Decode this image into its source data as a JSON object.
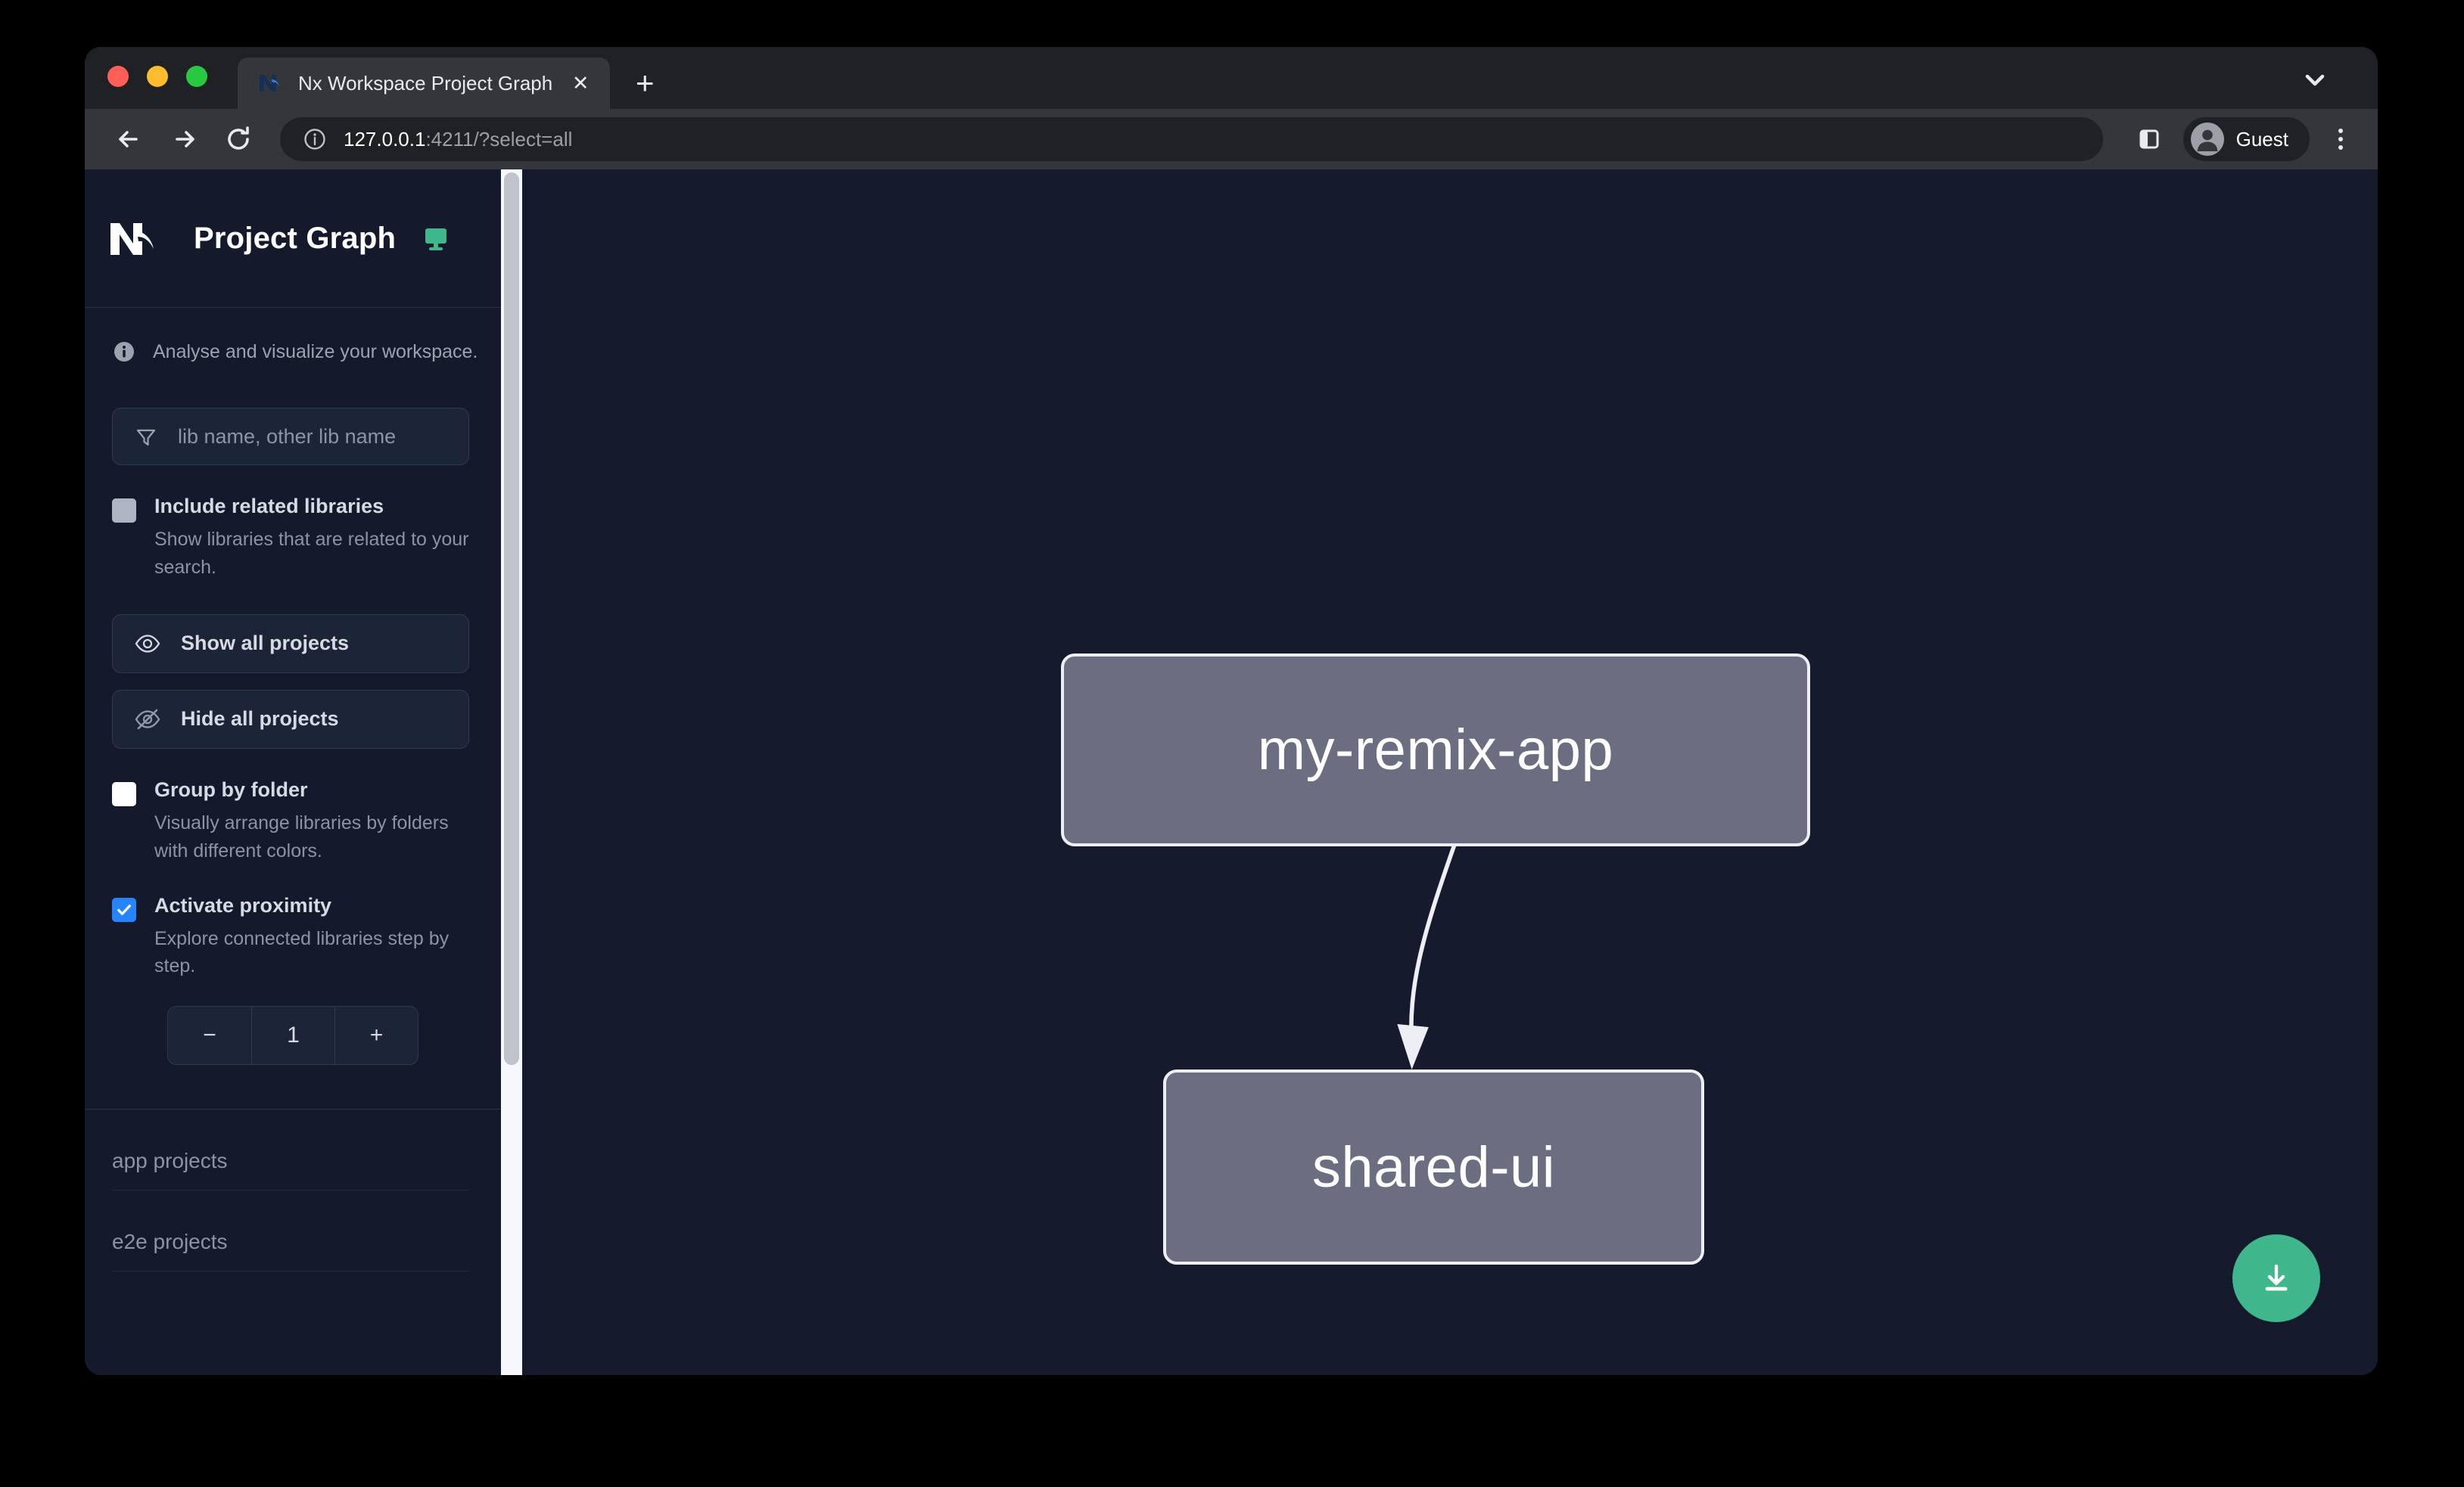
{
  "browser": {
    "tab": {
      "title": "Nx Workspace Project Graph",
      "favicon": "nx-logo-icon",
      "close_label": "✕"
    },
    "new_tab_label": "+",
    "toolbar": {
      "back_icon": "arrow-left-icon",
      "forward_icon": "arrow-right-icon",
      "reload_icon": "reload-icon",
      "site_info_icon": "info-circle-icon",
      "url_host": "127.0.0.1",
      "url_rest": ":4211/?select=all",
      "side_panel_icon": "side-panel-icon",
      "profile_name": "Guest",
      "profile_icon": "account-circle-icon",
      "menu_icon": "three-dot-menu-icon"
    },
    "tab_list_icon": "chevron-down-icon"
  },
  "sidebar": {
    "logo_icon": "nx-logo-icon",
    "title": "Project Graph",
    "monitor_icon": "monitor-icon",
    "info_icon": "info-circle-icon",
    "tagline": "Analyse and visualize your workspace.",
    "search": {
      "icon": "filter-icon",
      "placeholder": "lib name, other lib name",
      "value": ""
    },
    "options": [
      {
        "id": "include-related-libraries",
        "label": "Include related libraries",
        "description": "Show libraries that are related to your search.",
        "checked": false,
        "checkbox_style": "gray"
      },
      {
        "id": "group-by-folder",
        "label": "Group by folder",
        "description": "Visually arrange libraries by folders with different colors.",
        "checked": false,
        "checkbox_style": "white"
      },
      {
        "id": "activate-proximity",
        "label": "Activate proximity",
        "description": "Explore connected libraries step by step.",
        "checked": true,
        "checkbox_style": "blue"
      }
    ],
    "buttons": [
      {
        "id": "show-all-projects",
        "icon": "eye-icon",
        "label": "Show all projects"
      },
      {
        "id": "hide-all-projects",
        "icon": "eye-off-icon",
        "label": "Hide all projects"
      }
    ],
    "stepper": {
      "decrement_label": "−",
      "value": "1",
      "increment_label": "+"
    },
    "project_sections": [
      {
        "id": "app-projects",
        "label": "app projects"
      },
      {
        "id": "e2e-projects",
        "label": "e2e projects"
      }
    ]
  },
  "graph": {
    "nodes": [
      {
        "id": "my-remix-app",
        "label": "my-remix-app"
      },
      {
        "id": "shared-ui",
        "label": "shared-ui"
      }
    ],
    "edges": [
      {
        "from": "my-remix-app",
        "to": "shared-ui"
      }
    ],
    "download_button": {
      "icon": "download-icon",
      "color": "#3FB68B"
    }
  },
  "colors": {
    "canvas_background": "#151A2D",
    "sidebar_background": "#141A2B",
    "node_fill": "#6B6E80",
    "node_border": "#EDEFF5",
    "accent_green": "#3FB68B",
    "checkbox_blue": "#2684FF"
  }
}
